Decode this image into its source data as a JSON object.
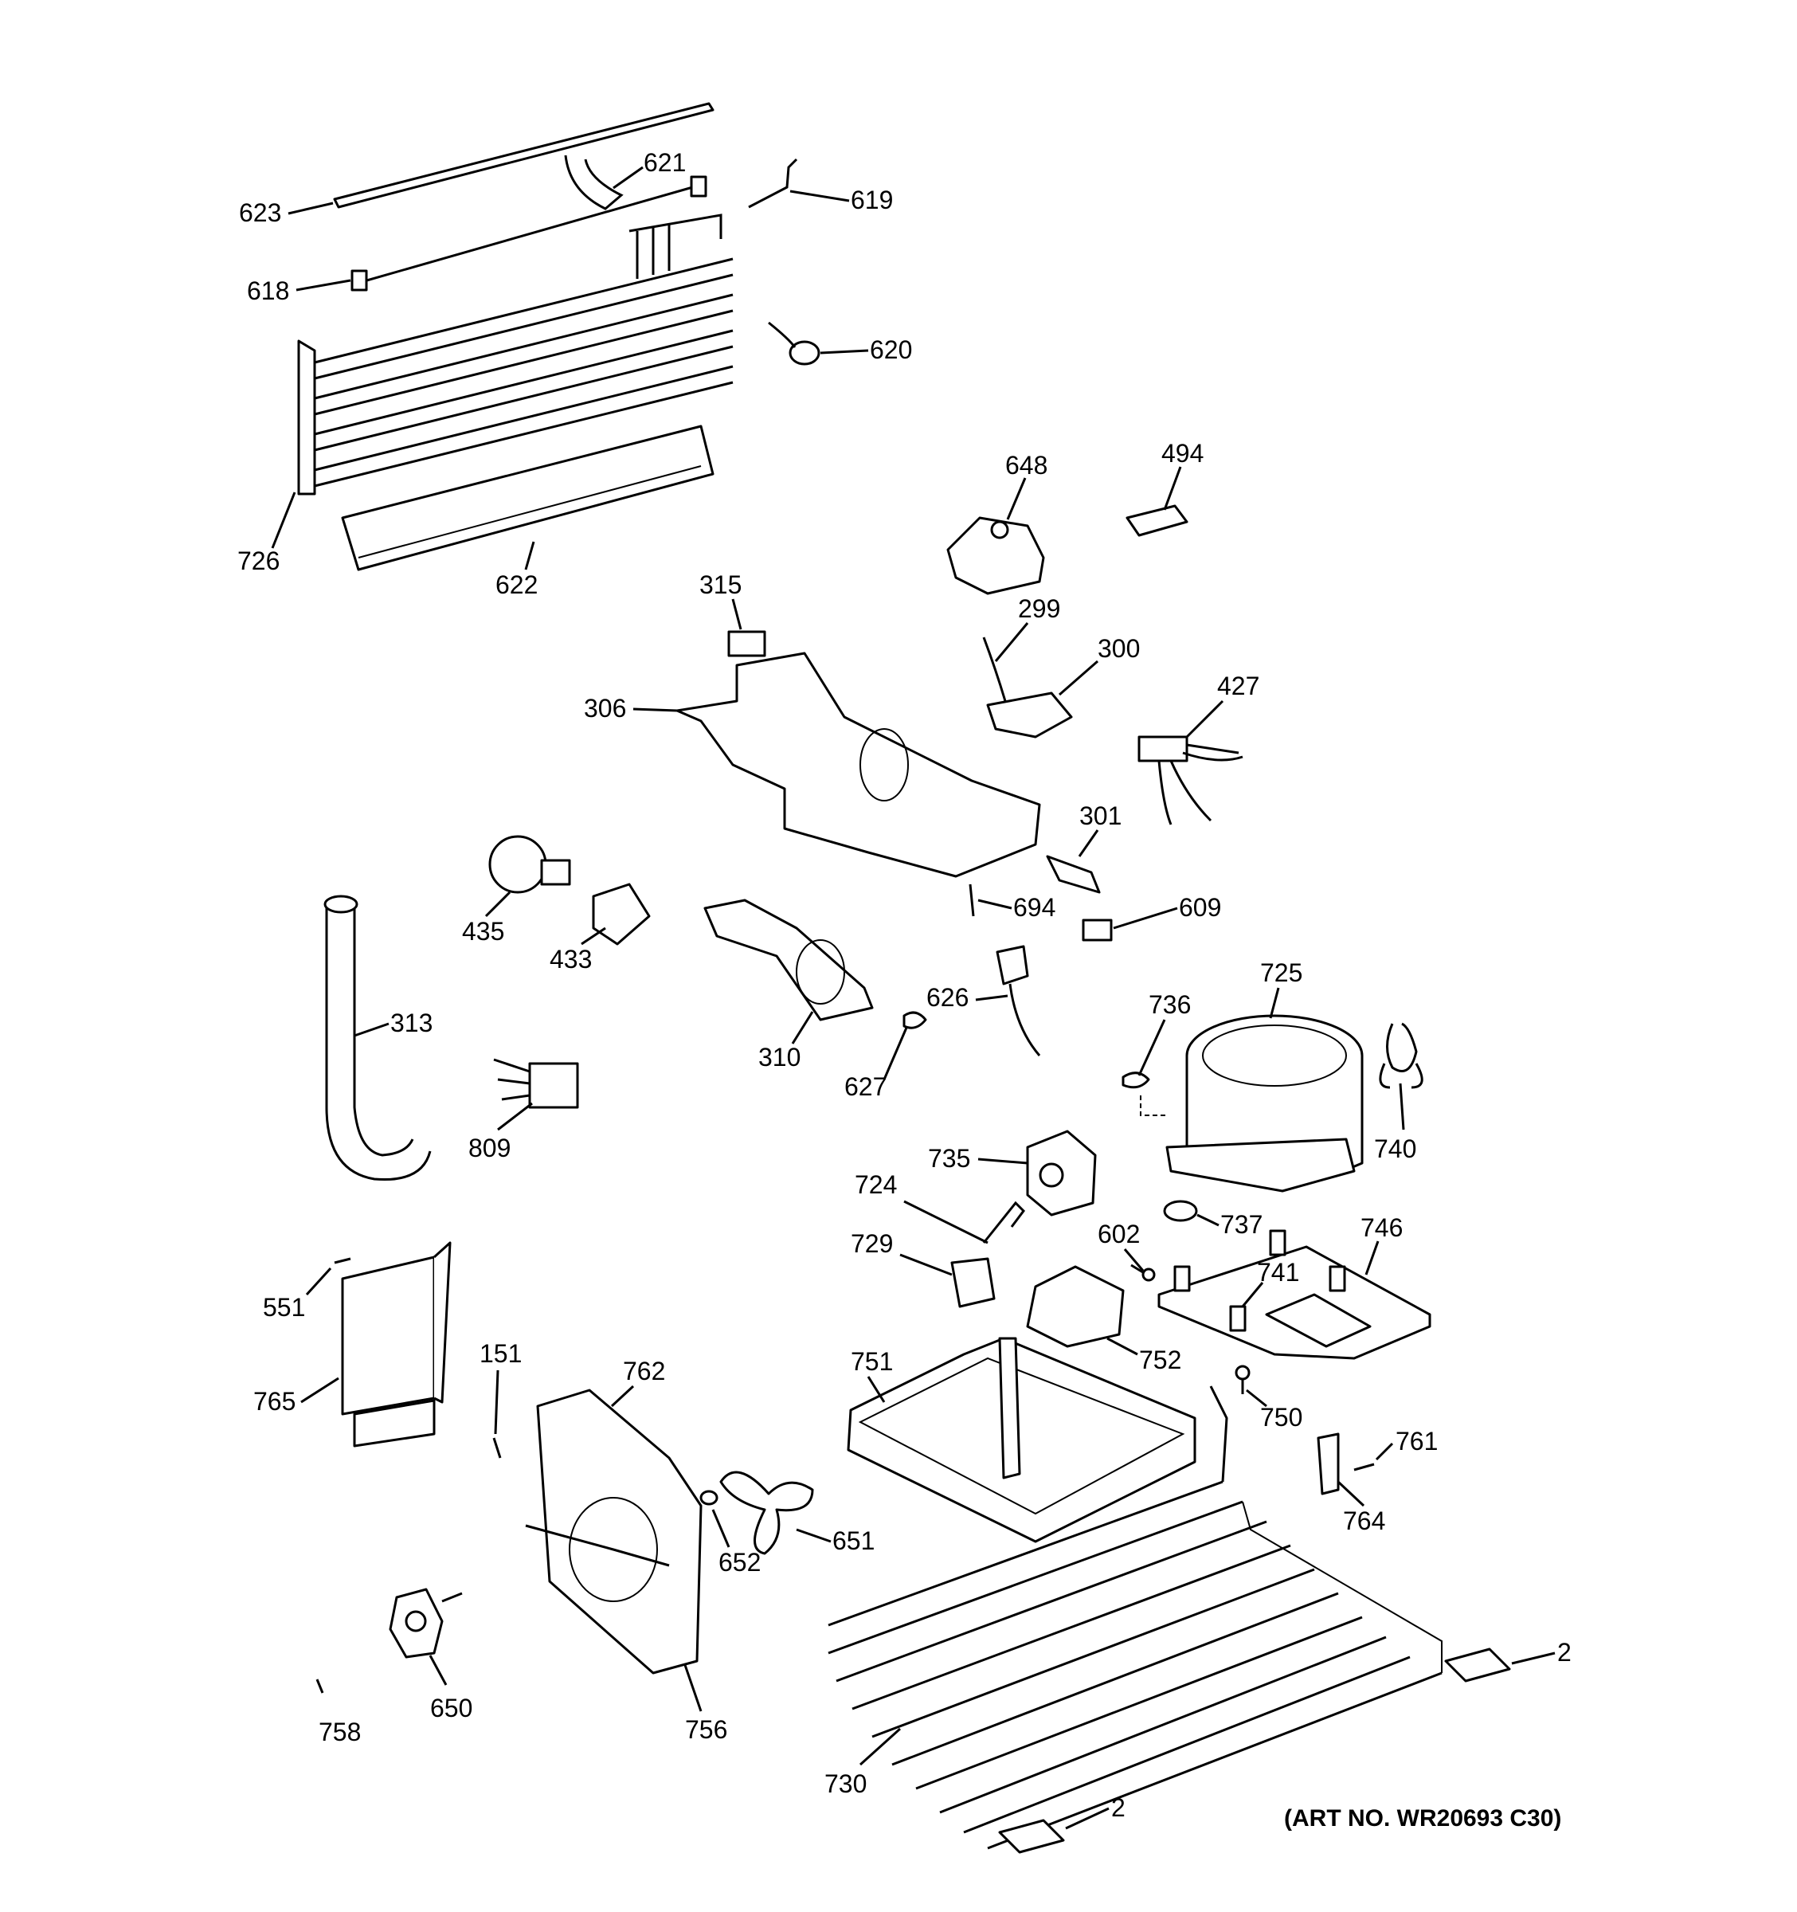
{
  "diagram": {
    "art_number": "(ART NO. WR20693 C30)",
    "parts": {
      "p623": "623",
      "p621": "621",
      "p619": "619",
      "p618": "618",
      "p620": "620",
      "p726": "726",
      "p622": "622",
      "p648": "648",
      "p494": "494",
      "p315": "315",
      "p299": "299",
      "p300": "300",
      "p306": "306",
      "p427": "427",
      "p301": "301",
      "p435": "435",
      "p433": "433",
      "p694": "694",
      "p609": "609",
      "p313": "313",
      "p310": "310",
      "p626": "626",
      "p736": "736",
      "p725": "725",
      "p627": "627",
      "p740": "740",
      "p809": "809",
      "p735": "735",
      "p724": "724",
      "p737": "737",
      "p729": "729",
      "p602": "602",
      "p746": "746",
      "p741": "741",
      "p551": "551",
      "p752": "752",
      "p151": "151",
      "p762": "762",
      "p751": "751",
      "p765": "765",
      "p750": "750",
      "p761": "761",
      "p764": "764",
      "p652": "652",
      "p651": "651",
      "p2a": "2",
      "p650": "650",
      "p758": "758",
      "p756": "756",
      "p730": "730",
      "p2b": "2"
    }
  }
}
